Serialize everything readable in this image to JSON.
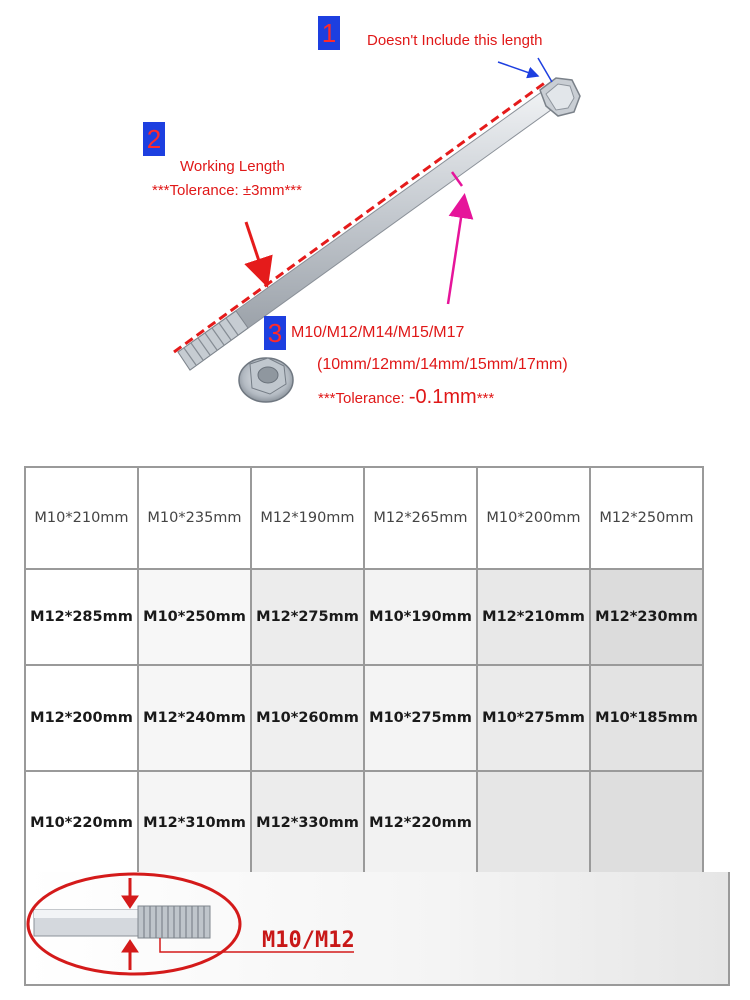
{
  "annotations": {
    "badge_1": "1",
    "badge_2": "2",
    "badge_3": "3",
    "note_1": "Doesn't Include this length",
    "working_length_title": "Working Length",
    "working_length_tolerance": "***Tolerance:  ±3mm***",
    "thread_sizes": "M10/M12/M14/M15/M17",
    "thread_sizes_mm": "(10mm/12mm/14mm/15mm/17mm)",
    "thread_tolerance_prefix": "***Tolerance:  ",
    "thread_tolerance_value": "-0.1mm",
    "thread_tolerance_suffix": "***"
  },
  "colors": {
    "badge_bg": "#1d3fe0",
    "annotation_red": "#e01818",
    "dashed_line": "#e51b1b",
    "arrow_magenta": "#e6149a",
    "arrow_blue": "#1d3fe0"
  },
  "size_table": {
    "rows": [
      [
        "M10*210mm",
        "M10*235mm",
        "M12*190mm",
        "M12*265mm",
        "M10*200mm",
        "M12*250mm"
      ],
      [
        "M12*285mm",
        "M10*250mm",
        "M12*275mm",
        "M10*190mm",
        "M12*210mm",
        "M12*230mm"
      ],
      [
        "M12*200mm",
        "M12*240mm",
        "M10*260mm",
        "M10*275mm",
        "M10*275mm",
        "M10*185mm"
      ],
      [
        "M10*220mm",
        "M12*310mm",
        "M12*330mm",
        "M12*220mm",
        "",
        ""
      ]
    ]
  },
  "bottom_strip": {
    "label": "M10/M12"
  }
}
